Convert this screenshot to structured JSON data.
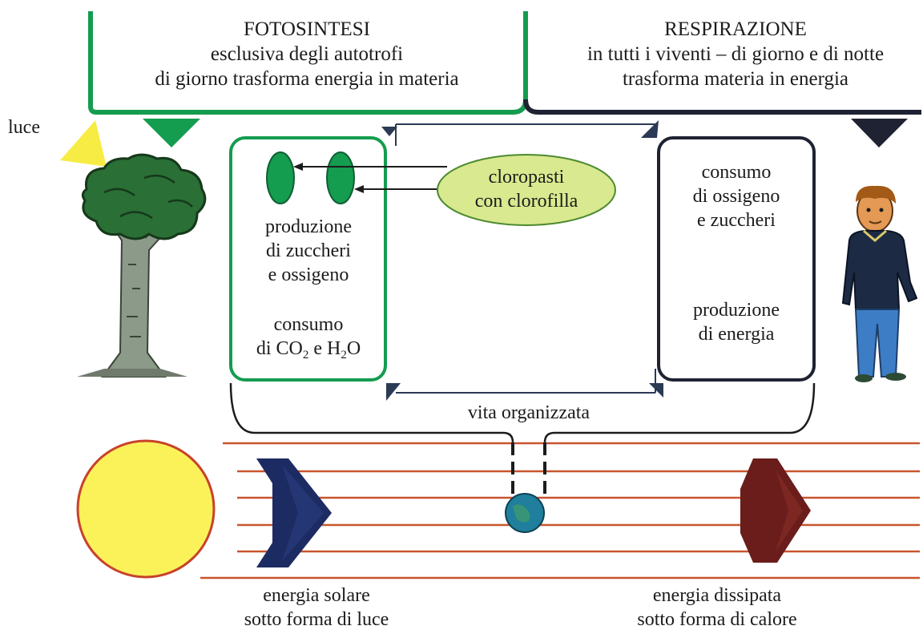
{
  "photosynthesis": {
    "title": "FOTOSINTESI",
    "line1": "esclusiva degli autotrofi",
    "line2": "di giorno trasforma energia in materia",
    "box_production": [
      "produzione",
      "di zuccheri",
      "e ossigeno"
    ],
    "box_consumption_1": "consumo",
    "box_consumption_2": {
      "prefix": "di CO",
      "co_sub": "2",
      "mid": " e H",
      "h_sub": "2",
      "suffix": "O"
    }
  },
  "respiration": {
    "title": "RESPIRAZIONE",
    "line1": "in tutti i viventi – di giorno e di notte",
    "line2": "trasforma materia in energia",
    "box_consumption": [
      "consumo",
      "di ossigeno",
      "e zuccheri"
    ],
    "box_production": [
      "produzione",
      "di energia"
    ]
  },
  "light_label": "luce",
  "chloroplast_label": [
    "cloropasti",
    "con clorofilla"
  ],
  "organized_life_label": "vita organizzata",
  "solar_energy_label": [
    "energia solare",
    "sotto forma di luce"
  ],
  "dissipated_energy_label": [
    "energia dissipata",
    "sotto forma di calore"
  ],
  "colors": {
    "photosynthesis_green": "#149c4f",
    "respiration_navy": "#1f2233",
    "sun_yellow": "#fbf25a",
    "sun_rim": "#c8422b",
    "light_yellow": "#f7ec43",
    "chloroplast_fill": "#d8e98f",
    "energy_lines": "#c8552e",
    "solar_arrow": "#1d2b63",
    "heat_arrow": "#6a1d1a",
    "earth": "#1f7f9c"
  }
}
